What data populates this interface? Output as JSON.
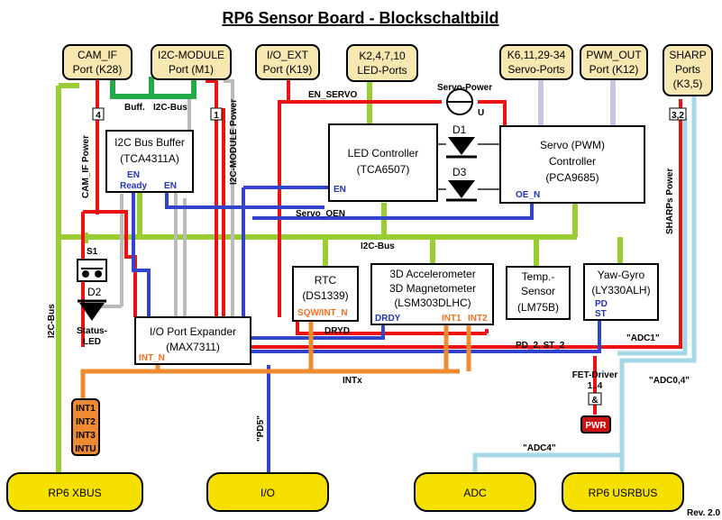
{
  "title": "RP6 Sensor Board - Blockschaltbild",
  "revision": "Rev. 2.0",
  "colors": {
    "lime": "#9acd32",
    "green": "#22aa44",
    "red": "#ee1111",
    "blue": "#3344cc",
    "orange": "#f08a30",
    "gray": "#bbbbbb",
    "lavender": "#c9c2e0",
    "lightblue": "#a6d8e8",
    "port_fill": "#f7e7b0",
    "bus_fill": "#f5e000",
    "darkred": "#cc1111"
  },
  "ports_top": {
    "cam_if": [
      "CAM_IF",
      "Port (K28)"
    ],
    "i2c_module": [
      "I2C-MODULE",
      "Port (M1)"
    ],
    "io_ext": [
      "I/O_EXT",
      "Port (K19)"
    ],
    "led_ports": [
      "K2,4,7,10",
      "LED-Ports"
    ],
    "servo_ports": [
      "K6,11,29-34",
      "Servo-Ports"
    ],
    "pwm_out": [
      "PWM_OUT",
      "Port (K12)"
    ],
    "sharp": [
      "SHARP",
      "Ports",
      "(K3,5)"
    ]
  },
  "blocks": {
    "i2c_buffer": [
      "I2C Bus Buffer",
      "(TCA4311A)"
    ],
    "led_controller": [
      "LED Controller",
      "(TCA6507)"
    ],
    "servo_controller": [
      "Servo (PWM)",
      "Controller",
      "(PCA9685)"
    ],
    "rtc": [
      "RTC",
      "(DS1339)"
    ],
    "accel": [
      "3D Accelerometer",
      "3D Magnetometer",
      "(LSM303DLHC)"
    ],
    "temp": [
      "Temp.-",
      "Sensor",
      "(LM75B)"
    ],
    "gyro": [
      "Yaw-Gyro",
      "(LY330ALH)"
    ],
    "io_expander": [
      "I/O Port Expander",
      "(MAX7311)"
    ]
  },
  "pins": {
    "en_ready": [
      "EN",
      "Ready"
    ],
    "en": "EN",
    "led_en": "EN",
    "oe_n": "OE_N",
    "sqw_int": "SQW/INT_N",
    "drdy": "DRDY",
    "int1": "INT1",
    "int2": "INT2",
    "pd": "PD",
    "st": "ST",
    "int_n": "INT_N"
  },
  "signals": {
    "en_servo": "EN_SERVO",
    "servo_power": "Servo-Power",
    "u": "U",
    "buff": "Buff.",
    "i2c_bus_top": "I2C-Bus",
    "i2c_bus_mid": "I2C-Bus",
    "i2c_bus_left": "I2C-Bus",
    "servo_oen": "Servo_OEN",
    "dryd": "DRYD",
    "pd2_st2": "PD_2, ST_2",
    "adc1": "\"ADC1\"",
    "adc04": "\"ADC0,4\"",
    "adc4": "\"ADC4\"",
    "intx": "INTx",
    "pd5": "\"PD5\"",
    "cam_if_power": "CAM_IF Power",
    "i2c_module_power": "I2C-MODULE Power",
    "sharps_power": "SHARPs Power",
    "fet_driver": [
      "FET-Driver",
      "1..4"
    ],
    "pwr": "PWR",
    "and": "&",
    "num4": "4",
    "num1": "1",
    "num32": "3,2"
  },
  "components": {
    "d1": "D1",
    "d2": "D2",
    "d3": "D3",
    "s1": "S1",
    "status_led": [
      "Status-",
      "LED"
    ]
  },
  "int_stack": [
    "INT1",
    "INT2",
    "INT3",
    "INTU"
  ],
  "buses_bottom": {
    "xbus": "RP6 XBUS",
    "io": "I/O",
    "adc": "ADC",
    "usrbus": "RP6 USRBUS"
  }
}
